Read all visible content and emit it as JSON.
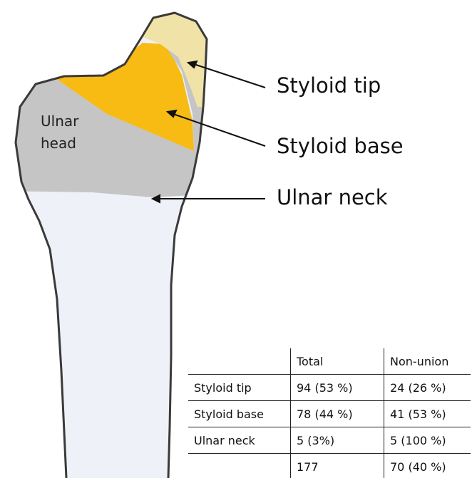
{
  "regions": {
    "ulnar_head_label": [
      "Ulnar",
      "head"
    ]
  },
  "callouts": {
    "styloid_tip": "Styloid tip",
    "styloid_base": "Styloid base",
    "ulnar_neck": "Ulnar neck"
  },
  "table": {
    "headers": [
      "",
      "Total",
      "Non-union"
    ],
    "rows": [
      [
        "Styloid tip",
        "94 (53 %)",
        "24 (26 %)"
      ],
      [
        "Styloid base",
        "78 (44 %)",
        "41 (53 %)"
      ],
      [
        "Ulnar neck",
        "5 (3%)",
        "5 (100 %)"
      ],
      [
        "",
        "177",
        "70 (40 %)"
      ]
    ]
  },
  "colors": {
    "styloid_tip": "#f1e3a8",
    "styloid_base": "#f7bb14",
    "ulnar_head": "#c5c5c6",
    "shaft": "#eef2f8",
    "outline": "#3a3a3a"
  }
}
